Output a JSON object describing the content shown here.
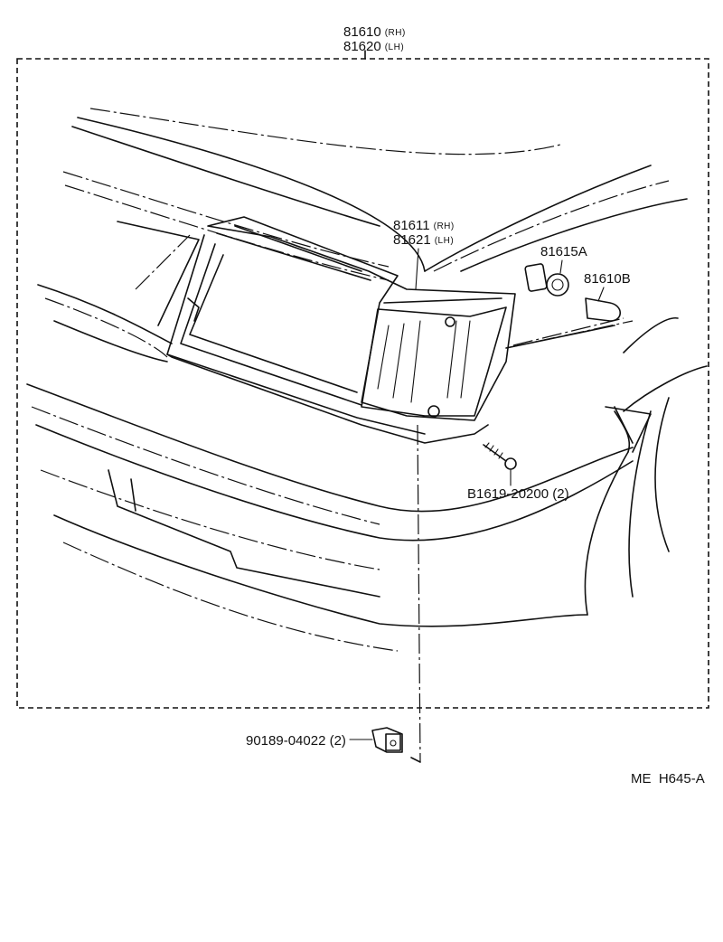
{
  "part_labels": {
    "assembly": {
      "number_rh": "81610",
      "side_rh": "(RH)",
      "number_lh": "81620",
      "side_lh": "(LH)"
    },
    "lens": {
      "number_rh": "81611",
      "side_rh": "(RH)",
      "number_lh": "81621",
      "side_lh": "(LH)"
    },
    "socket": "81615A",
    "bulb": "81610B",
    "screw": "B1619-20200 (2)",
    "nut": "90189-04022 (2)"
  },
  "diagram_code": "ME  H645-A"
}
